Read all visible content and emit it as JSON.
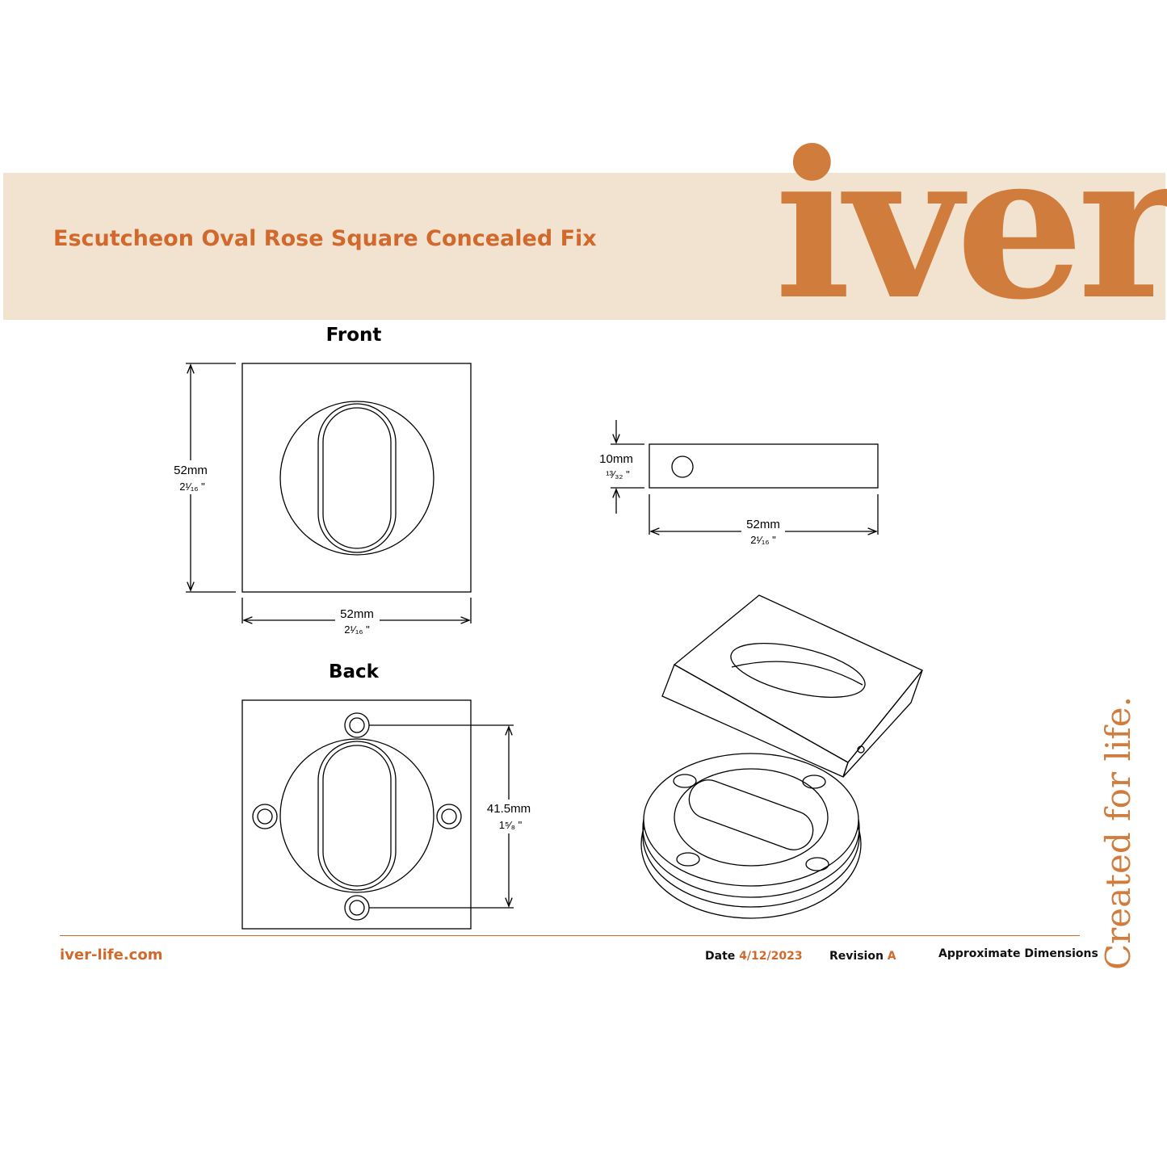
{
  "header": {
    "title": "Escutcheon Oval Rose Square Concealed Fix",
    "logo": "iver",
    "background": "#f2e2d0",
    "accent": "#d2692c"
  },
  "views": {
    "front": {
      "label": "Front",
      "height_mm": "52mm",
      "height_in": "2¹⁄₁₆ \"",
      "width_mm": "52mm",
      "width_in": "2¹⁄₁₆ \""
    },
    "side": {
      "thickness_mm": "10mm",
      "thickness_in": "¹³⁄₃₂ \"",
      "width_mm": "52mm",
      "width_in": "2¹⁄₁₆ \""
    },
    "back": {
      "label": "Back",
      "fixing_mm": "41.5mm",
      "fixing_in": "1⁵⁄₈ \""
    }
  },
  "tagline": "Created for life.",
  "footer": {
    "url": "iver-life.com",
    "date_label": "Date",
    "date": "4/12/2023",
    "revision_label": "Revision",
    "revision": "A",
    "note": "Approximate Dimensions"
  }
}
